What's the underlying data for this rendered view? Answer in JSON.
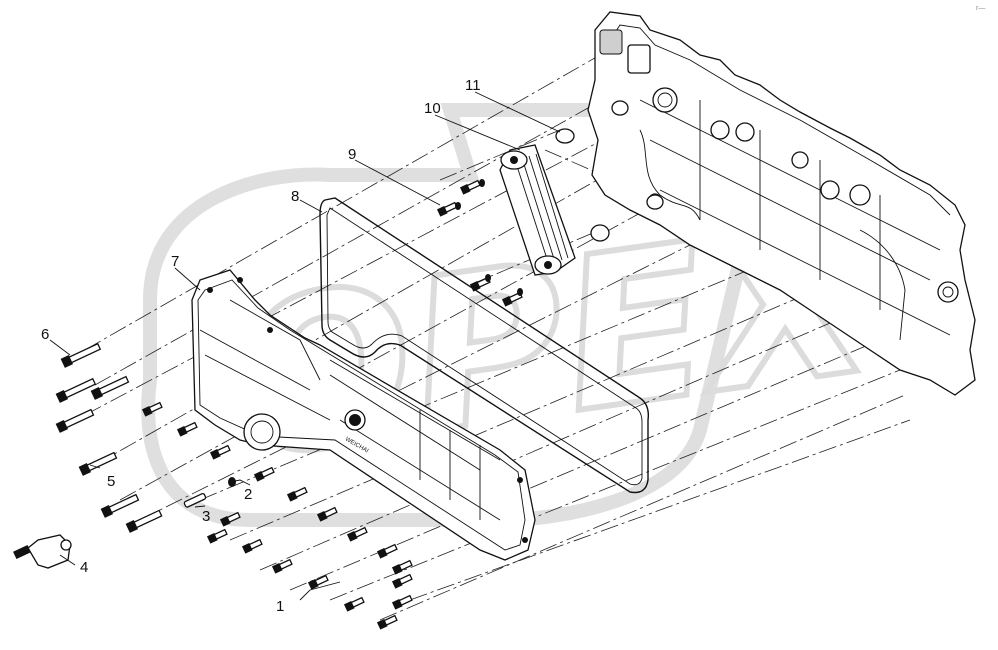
{
  "diagram": {
    "watermark": "OPEX",
    "corner_mark": "r—",
    "cover_logo": "WEICHAI",
    "callouts": [
      {
        "id": "c1",
        "label": "1"
      },
      {
        "id": "c2",
        "label": "2"
      },
      {
        "id": "c3",
        "label": "3"
      },
      {
        "id": "c4",
        "label": "4"
      },
      {
        "id": "c5",
        "label": "5"
      },
      {
        "id": "c6",
        "label": "6"
      },
      {
        "id": "c7",
        "label": "7"
      },
      {
        "id": "c8",
        "label": "8"
      },
      {
        "id": "c9",
        "label": "9"
      },
      {
        "id": "c10",
        "label": "10"
      },
      {
        "id": "c11",
        "label": "11"
      }
    ]
  }
}
